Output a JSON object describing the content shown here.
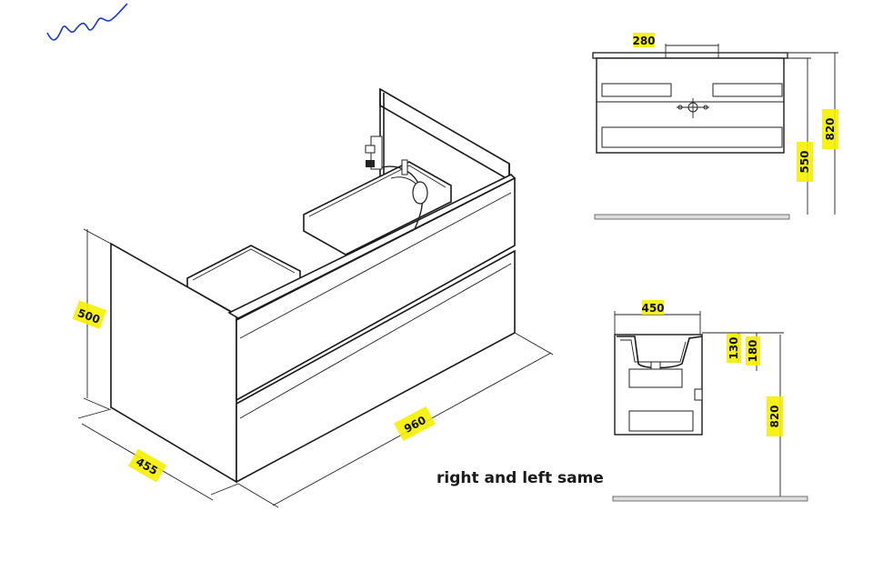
{
  "isometric": {
    "height_label": "500",
    "depth_label": "455",
    "width_label": "960"
  },
  "front_view": {
    "hole_spacing_label": "280",
    "cabinet_height_label": "550",
    "total_height_label": "820"
  },
  "side_view": {
    "depth_label": "450",
    "rim_label": "130",
    "bowl_label": "180",
    "total_height_label": "820"
  },
  "note": "right and left same",
  "colors": {
    "highlight": "#f4f000",
    "scribble": "#1a3ad6",
    "line": "#1a1a1a"
  }
}
